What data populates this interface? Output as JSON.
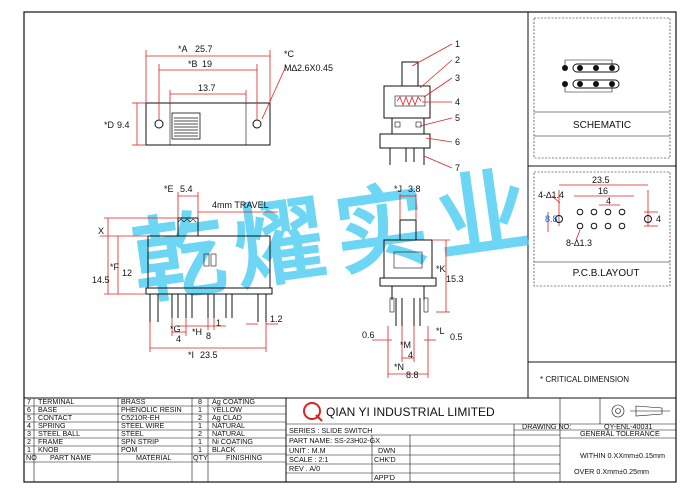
{
  "top_view": {
    "A": "*A",
    "A_val": "25.7",
    "B": "*B",
    "B_val": "19",
    "inner": "13.7",
    "C": "*C",
    "C_val": "M∆2.6X0.45",
    "D": "*D",
    "D_val": "9.4"
  },
  "callouts": [
    "1",
    "2",
    "3",
    "4",
    "5",
    "6",
    "7"
  ],
  "front_view": {
    "E": "*E",
    "E_val": "5.4",
    "travel": "4mm TRAVEL",
    "X": "X",
    "F": "*F",
    "F_val": "12",
    "F_outer": "14.5",
    "G": "*G",
    "G_val": "4",
    "H": "*H",
    "H_val": "8",
    "one": "1",
    "pin_w": "1.2",
    "I": "*I",
    "I_val": "23.5"
  },
  "side_view": {
    "J": "*J",
    "J_val": "3.8",
    "K": "*K",
    "K_val": "15.3",
    "L": "*L",
    "L_val": "0.5",
    "lw": "0.6",
    "M": "*M",
    "M_val": "4",
    "N": "*N",
    "N_val": "8.8"
  },
  "schematic_label": "SCHEMATIC",
  "pcb": {
    "total": "23.5",
    "mid": "16",
    "pitch": "4",
    "hole_big": "4-∆1.4",
    "height": "8.8",
    "hole_small": "8-∆1.3",
    "right": "4",
    "label": "P.C.B.LAYOUT"
  },
  "critical_note": "* CRITICAL DIMENSION",
  "watermark": "乾燿实业",
  "bom": {
    "rows": [
      {
        "no": "7",
        "part": "TERMINAL",
        "mat": "BRASS",
        "qty": "8",
        "fin": "Ag COATING"
      },
      {
        "no": "6",
        "part": "BASE",
        "mat": "PHENOLIC RESIN",
        "qty": "1",
        "fin": "YELLOW"
      },
      {
        "no": "5",
        "part": "CONTACT",
        "mat": "C5210R-EH",
        "qty": "2",
        "fin": "Ag CLAD"
      },
      {
        "no": "4",
        "part": "SPRING",
        "mat": "STEEL WIRE",
        "qty": "1",
        "fin": "NATURAL"
      },
      {
        "no": "3",
        "part": "STEEL BALL",
        "mat": "STEEL",
        "qty": "2",
        "fin": "NATURAL"
      },
      {
        "no": "2",
        "part": "FRAME",
        "mat": "SPN STRIP",
        "qty": "1",
        "fin": "Ni COATING"
      },
      {
        "no": "1",
        "part": "KNOB",
        "mat": "POM",
        "qty": "1",
        "fin": "BLACK"
      }
    ],
    "header": {
      "no": "NO",
      "part": "PART NAME",
      "mat": "MATERIAL",
      "qty": "QTY",
      "fin": "FINISHING"
    }
  },
  "company": {
    "logo": "Q",
    "name": "QIAN YI INDUSTRIAL LIMITED"
  },
  "info": {
    "series": "SERIES : SLIDE SWITCH",
    "part_name": "PART NAME: SS-23H02-GX",
    "unit": "UNIT : M.M",
    "scale": "SCALE : 2:1",
    "rev": "REV .    A/0",
    "dwn": "DWN",
    "chkd": "CHK'D",
    "appd": "APP'D"
  },
  "drawing_no_label": "DRAWING NO:",
  "drawing_no": "QY-ENL-40031",
  "tolerance": {
    "title": "GENERAL TOLERANCE",
    "within": "WITHIN 0.XXmm±0.15mm",
    "over": "OVER   0.Xmm±0.25mm"
  }
}
